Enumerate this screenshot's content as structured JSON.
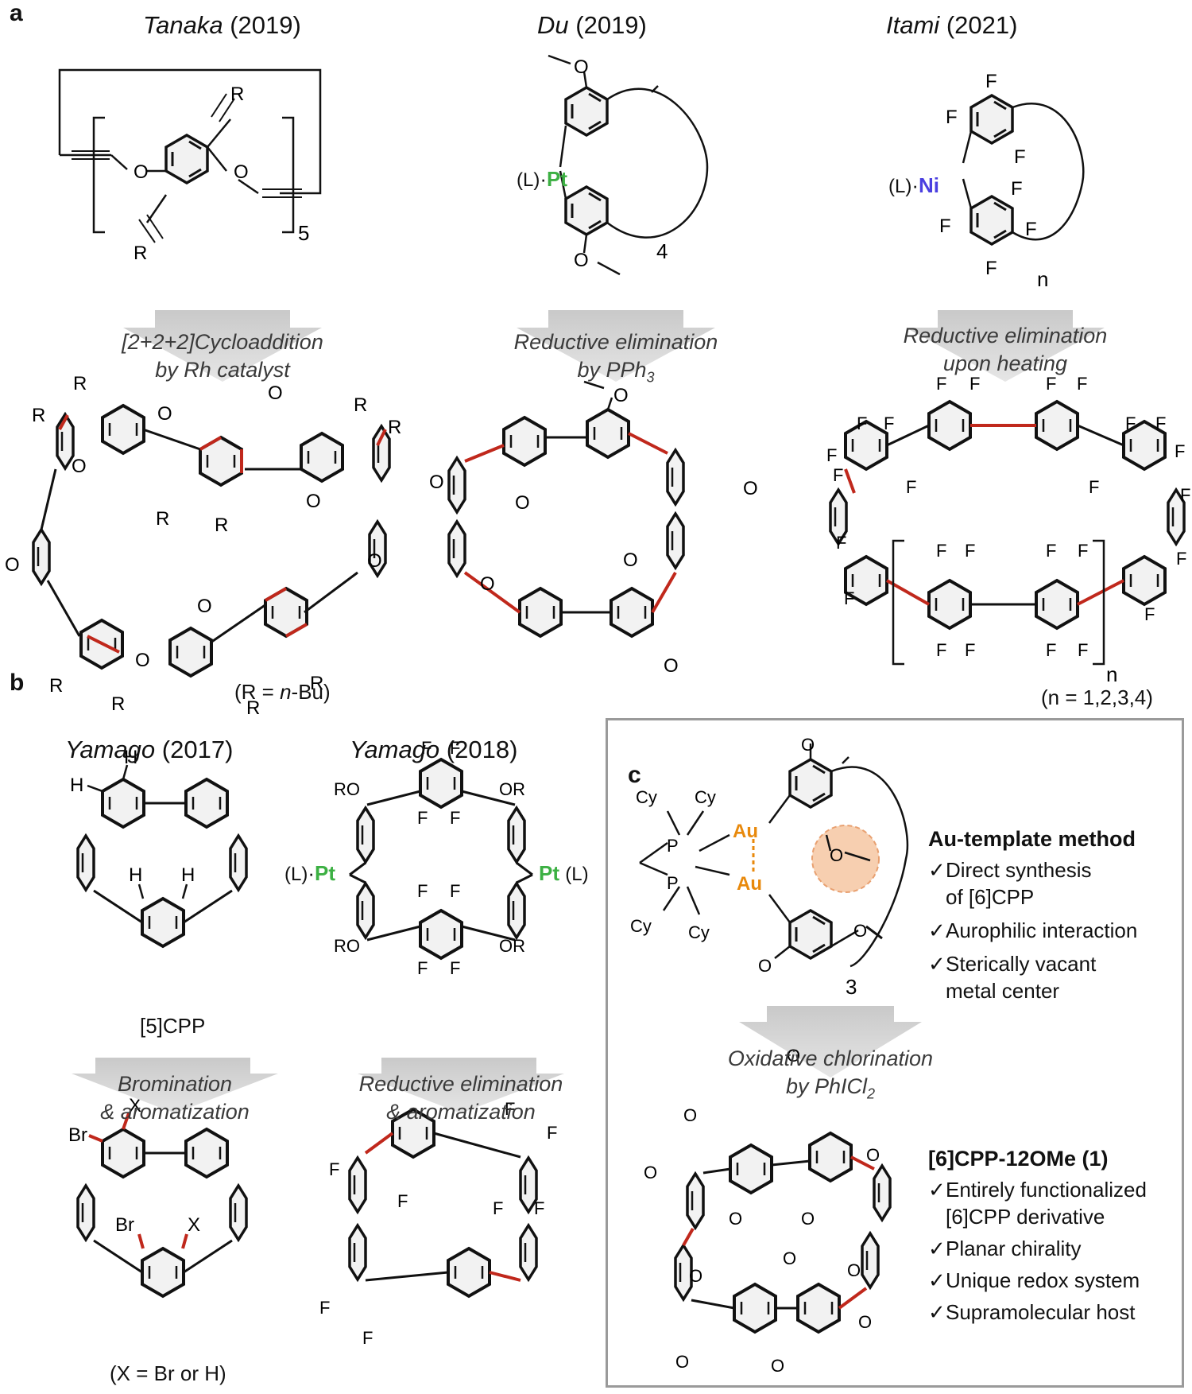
{
  "panels": {
    "a": {
      "label": "a",
      "items": [
        {
          "author": "Tanaka",
          "year": "(2019)",
          "step": [
            "[2+2+2]Cycloaddition",
            "by Rh catalyst"
          ],
          "note": "(R = n-Bu)",
          "subscript": "5"
        },
        {
          "author": "Du",
          "year": "(2019)",
          "step": [
            "Reductive elimination",
            "by PPh3"
          ],
          "metal": "Pt",
          "ligand": "(L)",
          "subscript": "4"
        },
        {
          "author": "Itami",
          "year": "(2021)",
          "step": [
            "Reductive elimination",
            "upon heating"
          ],
          "metal": "Ni",
          "ligand": "(L)",
          "subscript": "n",
          "note": "(n = 1,2,3,4)"
        }
      ]
    },
    "b": {
      "label": "b",
      "items": [
        {
          "author": "Yamago",
          "year": "(2017)",
          "compound": "[5]CPP",
          "step": [
            "Bromination",
            "& aromatization"
          ],
          "note": "(X = Br or H)"
        },
        {
          "author": "Yamago",
          "year": "(2018)",
          "step": [
            "Reductive elimination",
            "& aromatization"
          ],
          "metal": "Pt",
          "ligand": "(L)"
        }
      ]
    },
    "c": {
      "label": "c",
      "metal": "Au",
      "ligand_group": "Cy",
      "phosphorus": "P",
      "subscript": "3",
      "step": [
        "Oxidative chlorination",
        "by PhICl2"
      ],
      "method_title": "Au-template method",
      "method_features": [
        "Direct synthesis",
        "of [6]CPP",
        "Aurophilic interaction",
        "Sterically vacant",
        "metal center"
      ],
      "product_title": "[6]CPP-12OMe (1)",
      "product_features": [
        "Entirely functionalized",
        "[6]CPP derivative",
        "Planar chirality",
        "Unique redox system",
        "Supramolecular host"
      ]
    }
  },
  "colors": {
    "pt": "#3cb043",
    "ni": "#4a3fe0",
    "au": "#e8890c",
    "new_bond": "#c0281c",
    "arrow": "#d9d9d9",
    "box_border": "#9a9a9a",
    "highlight": "#f7cfb0"
  }
}
